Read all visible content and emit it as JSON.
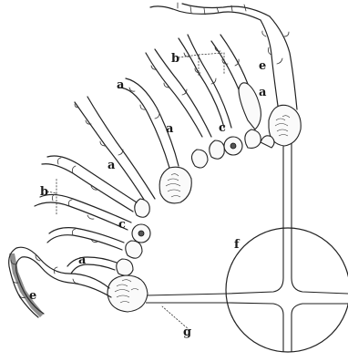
{
  "labels": {
    "a1": "a",
    "a2": "a",
    "a3": "a",
    "a4": "a",
    "a5": "a",
    "b1": "b",
    "b2": "b",
    "c1": "c",
    "c2": "c",
    "e1": "e",
    "e2": "e",
    "f": "f",
    "g": "g"
  }
}
